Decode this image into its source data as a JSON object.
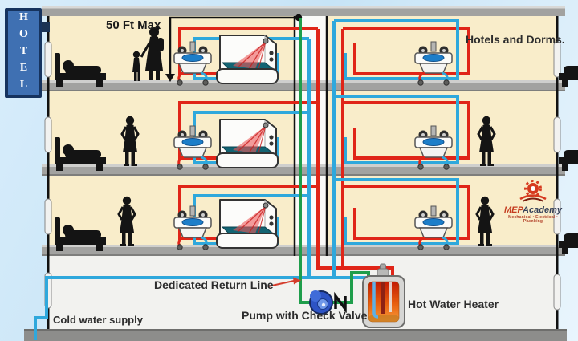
{
  "sign": {
    "text": "HOTEL"
  },
  "annotations": {
    "max_distance": "50 Ft Max",
    "building_type": "Hotels and Dorms.",
    "return_line": "Dedicated Return Line",
    "pump": "Pump with Check Valve",
    "water_heater": "Hot Water Heater",
    "cold_supply": "Cold water supply"
  },
  "logo": {
    "brand_prefix": "MEP",
    "brand_suffix": "Academy",
    "tagline": "Mechanical • Electrical • Plumbing"
  },
  "legend": {
    "hot_water_pipe_color": "#e02518",
    "cold_water_pipe_color": "#2fa8dc",
    "return_pipe_color": "#1f9e4b",
    "measurement_line_color": "#111111"
  },
  "structure": {
    "floors": 3,
    "sign_color": "#3f70b2",
    "room_wall_color": "#f9edca",
    "slab_color": "#a2a2a0",
    "sky_color": "#cfe8f8"
  }
}
